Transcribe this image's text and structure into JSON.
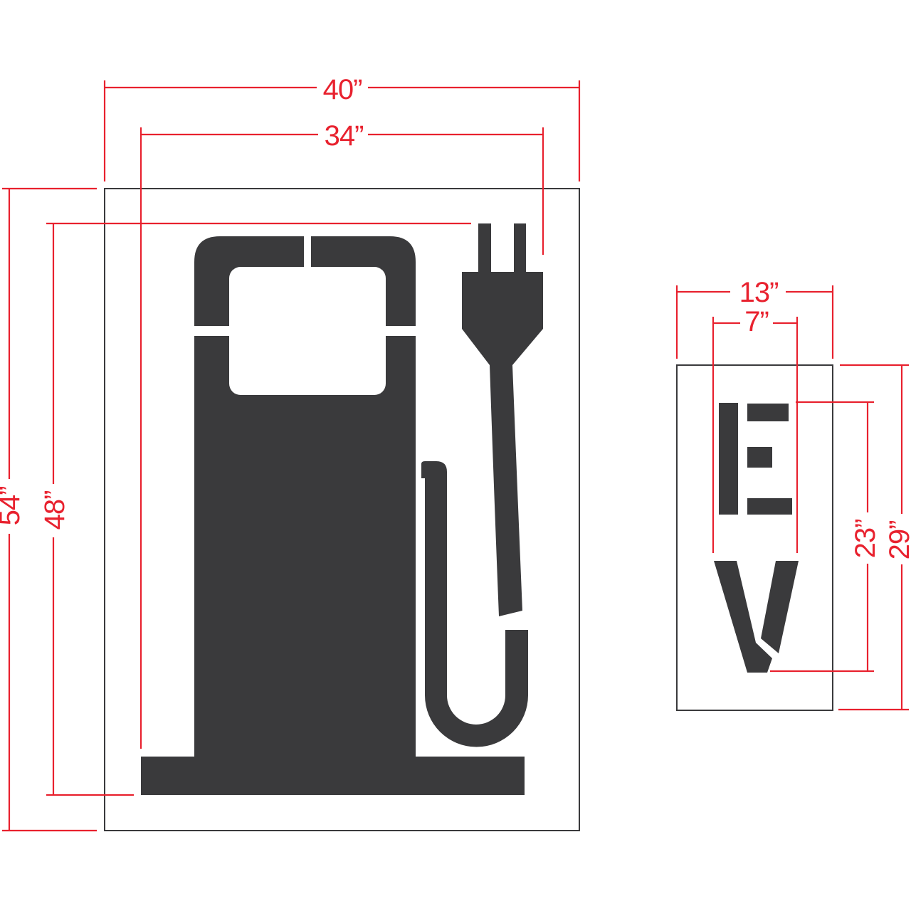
{
  "colors": {
    "dimension_red": "#e8212e",
    "stencil_dark": "#3a3a3c",
    "background": "#ffffff"
  },
  "main_stencil": {
    "graphic": "ev-charging-gas-pump-with-plug",
    "dimensions": {
      "overall_width": "40”",
      "image_width": "34”",
      "overall_height": "54”",
      "image_height": "48”"
    }
  },
  "ev_stencil": {
    "letter_e": "E",
    "letter_v": "V",
    "dimensions": {
      "overall_width": "13”",
      "letter_width": "7”",
      "letter_height": "23”",
      "overall_height": "29”"
    }
  }
}
